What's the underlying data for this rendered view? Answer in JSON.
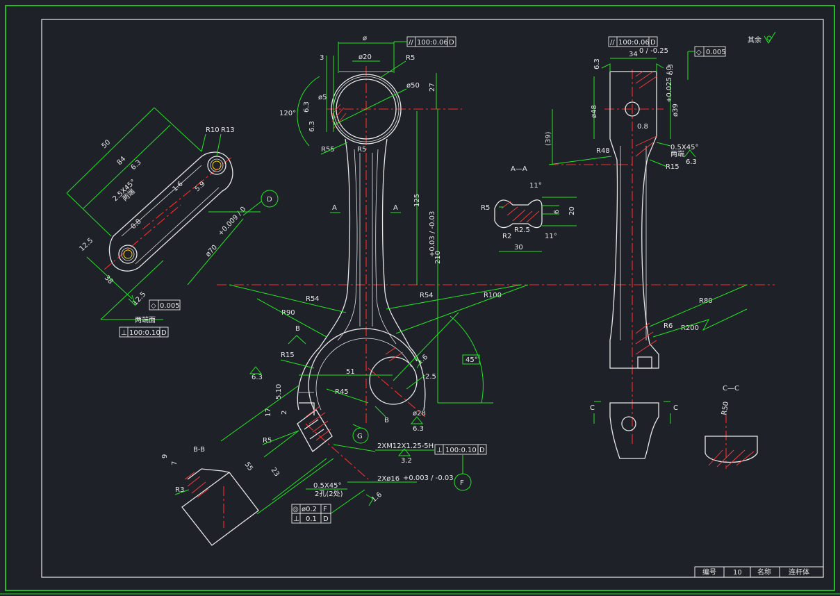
{
  "drawing": {
    "title_block": {
      "number_label": "编号",
      "number_value": "10",
      "name_label": "名称",
      "name_value": "连杆体"
    },
    "surface_note": "其余",
    "views": {
      "section_a": "A—A",
      "section_b": "B-B",
      "section_c": "C—C",
      "cut_a_left": "A",
      "cut_a_right": "A",
      "cut_b_top": "B",
      "cut_b_bottom": "B",
      "cut_c_left": "C",
      "cut_c_right": "C"
    },
    "datums": {
      "d": "D",
      "f": "F",
      "g": "G"
    },
    "front_view": {
      "d_top": "ø",
      "d_small_end": "ø20",
      "r5_top": "R5",
      "d50": "ø50",
      "dim3": "3",
      "d5": "ø5",
      "dim27": "27",
      "angle120": "120°",
      "rough_a": "6.3",
      "rough_b": "6.3",
      "r55": "R55",
      "r5_mid": "R5",
      "dim125": "125",
      "dim210": "210",
      "dim210_tol": "+0.03 / -0.03",
      "r54_left": "R54",
      "r54_right": "R54",
      "r90": "R90",
      "r100": "R100",
      "r15": "R15",
      "rough_63": "6.3",
      "dim51": "51",
      "dim510": "5.10",
      "r45": "R45",
      "dim17": "17",
      "dim2": "2",
      "r5_low": "R5",
      "d28": "ø28",
      "dim25": "2.5",
      "rough16": "1.6",
      "rough63b": "6.3",
      "angle45": "45°",
      "dim55": "55",
      "dim23": "23",
      "chamfer": "0.5X45°",
      "holes_note": "2孔(2处)",
      "thread": "2XM12X1.25-5H",
      "rough32": "3.2",
      "bore": "2Xø16",
      "bore_tol": "+0.003 / -0.03",
      "rough16b": "1.6",
      "fcf_top": {
        "sym": "⊥",
        "value": "100:0.10",
        "datum": "D"
      },
      "fcf_pos1": {
        "sym": "◎",
        "value": "ø0.2",
        "datum": "F"
      },
      "fcf_pos2": {
        "sym": "⊥",
        "value": "0.1",
        "datum": "D"
      },
      "fcf_parallel": {
        "sym": "//",
        "value": "100:0.06",
        "datum": "D"
      }
    },
    "oblique_view": {
      "dim50": "50",
      "dim84": "84",
      "chamfer": "2.5X45°",
      "both_ends": "两端",
      "rough63": "6.3",
      "r10": "R10",
      "r13": "R13",
      "dim08": "0.8",
      "dim125": "12.5",
      "dim38": "38",
      "d70": "ø70",
      "d70_tol": "+0.009 / 0",
      "rough125": "12.5",
      "both_faces": "两端面",
      "fcf_flat": {
        "sym": "◇",
        "value": "0.005"
      },
      "fcf_perp": {
        "sym": "⊥",
        "value": "100:0.10",
        "datum": "D"
      },
      "small_a": "1.6",
      "small_b": "5.9"
    },
    "section_a_view": {
      "r5": "R5",
      "r25": "R2.5",
      "r2": "R2",
      "dim6": "6",
      "dim20": "20",
      "dim30": "30",
      "ang_top": "11°",
      "ang_bot": "11°"
    },
    "section_b_view": {
      "dim9": "9",
      "dim7": "7",
      "r3": "R3"
    },
    "side_view": {
      "fcf_parallel": {
        "sym": "//",
        "value": "100:0.06",
        "datum": "D"
      },
      "dim34": "34",
      "dim34_tol": "0 / -0.25",
      "fcf_flat": {
        "sym": "◇",
        "value": "0.005"
      },
      "rough_a": "6.3",
      "rough_b": "6.3",
      "d48": "ø48",
      "d39": "ø39",
      "d39_tol": "+0.025 / 0",
      "dim39": "(39)",
      "r48": "R48",
      "dim08": "0.8",
      "chamfer": "0.5X45°",
      "both_ends": "两端",
      "rough63": "6.3",
      "r15": "R15",
      "r80": "R80",
      "r6": "R6",
      "r200": "R200"
    },
    "section_c_view": {
      "r50": "R50"
    }
  }
}
